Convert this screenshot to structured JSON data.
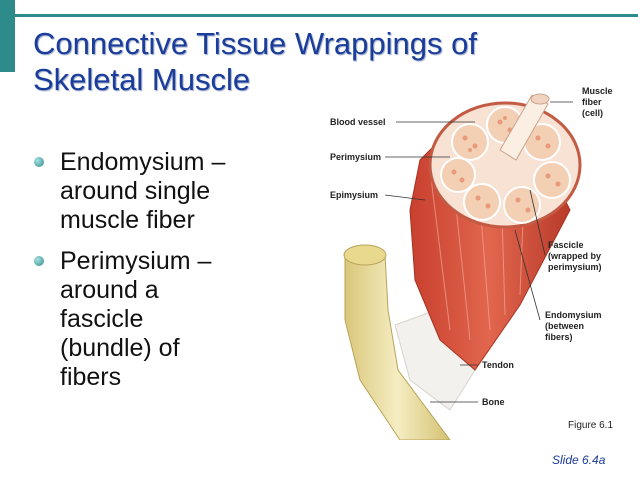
{
  "title": {
    "line1": "Connective Tissue Wrappings of",
    "line2": "Skeletal Muscle"
  },
  "bullets": [
    {
      "lines": [
        "Endomysium –",
        "around single",
        "muscle fiber"
      ]
    },
    {
      "lines": [
        "Perimysium –",
        "around a",
        "fascicle",
        "(bundle) of",
        "fibers"
      ]
    }
  ],
  "figure": {
    "labels": {
      "blood_vessel": "Blood vessel",
      "perimysium": "Perimysium",
      "epimysium": "Epimysium",
      "muscle_fiber": [
        "Muscle",
        "fiber",
        "(cell)"
      ],
      "fascicle": [
        "Fascicle",
        "(wrapped by",
        "perimysium)"
      ],
      "endomysium": [
        "Endomysium",
        "(between",
        "fibers)"
      ],
      "tendon": "Tendon",
      "bone": "Bone"
    },
    "caption": "Figure 6.1"
  },
  "slide_number": "Slide 6.4a",
  "colors": {
    "accent": "#2e8b8b",
    "title": "#1a3c9a",
    "muscle": "#d9543f",
    "bone": "#efe4a8"
  }
}
